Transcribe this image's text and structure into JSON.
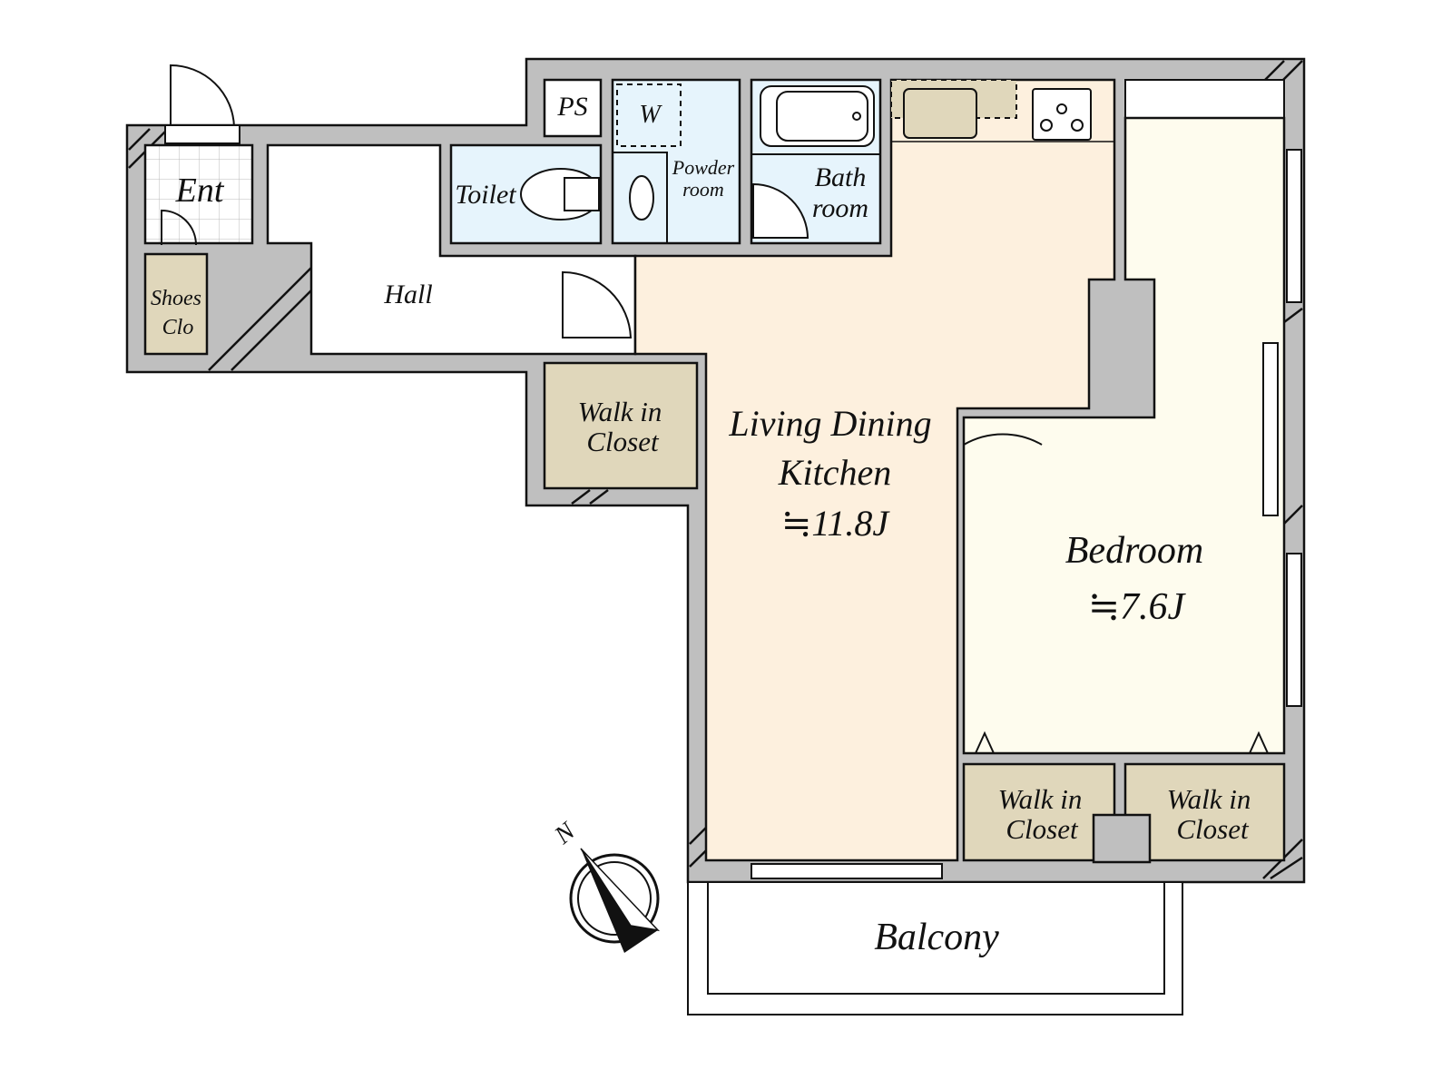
{
  "colors": {
    "wall": "#bfbfbf",
    "closet": "#e0d7bb",
    "wet_area": "#e6f4fc",
    "ldk": "#fdf0de",
    "bedroom": "#fefcee",
    "line": "#111111"
  },
  "rooms": {
    "entrance": "Ent",
    "shoes_closet": [
      "Shoes",
      "Clo"
    ],
    "hall": "Hall",
    "ps": "PS",
    "washer": "W",
    "toilet": "Toilet",
    "powder_room": [
      "Powder",
      "room"
    ],
    "bathroom": [
      "Bath",
      "room"
    ],
    "wic_hall": [
      "Walk in",
      "Closet"
    ],
    "ldk": {
      "name": [
        "Living Dining",
        "Kitchen"
      ],
      "size": "≒11.8J"
    },
    "bedroom": {
      "name": "Bedroom",
      "size": "≒7.6J"
    },
    "wic_bed_left": [
      "Walk in",
      "Closet"
    ],
    "wic_bed_right": [
      "Walk in",
      "Closet"
    ],
    "balcony": "Balcony"
  },
  "compass": {
    "label": "N",
    "icon": "north-arrow-icon"
  }
}
